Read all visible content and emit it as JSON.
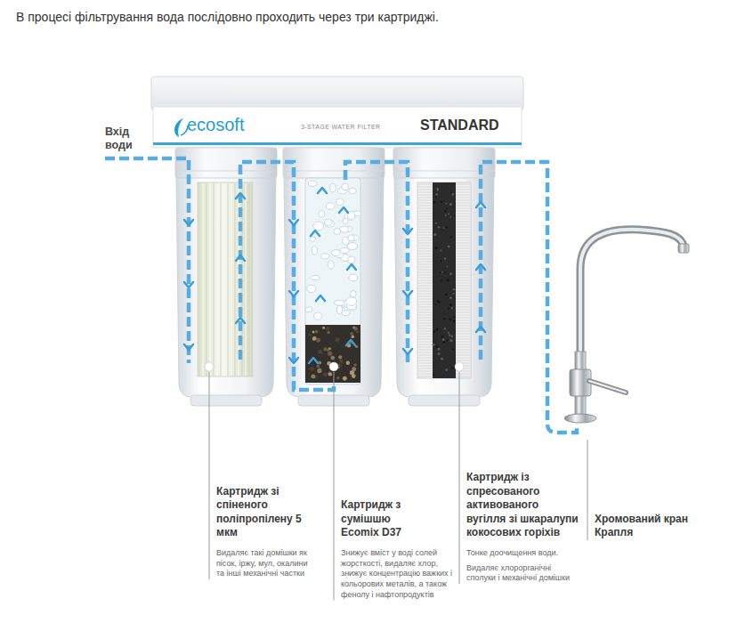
{
  "diagram": {
    "title": "В процесі фільтрування вода послідовно проходить через три картриджі.",
    "nodes": [
      {
        "text": [
          "ecosoft",
          "3-STAGE WATER FILTER",
          "STANDARD"
        ]
      }
    ],
    "labels": [
      "Вхід води",
      "Картридж зі спіненого поліпропілену 5 мкм",
      "Видаляє такі домішки як пісок, іржу, мул, окалини та інші механічні частки",
      "Картридж з сумішшю Ecomix D37",
      "Знижує вміст у воді солей жорсткості, видаляє хлор, знижує концентрацію важких і кольорових металів, а також фенолу і нафтопродуктів",
      "Картридж із спресованого активованого вугілля зі шкаралупи кокосових горіхів",
      "Тонке доочищення води.",
      "Видаляє хлорорганічні сполуки і механічні домішки",
      "Хромований кран Крапля"
    ]
  }
}
